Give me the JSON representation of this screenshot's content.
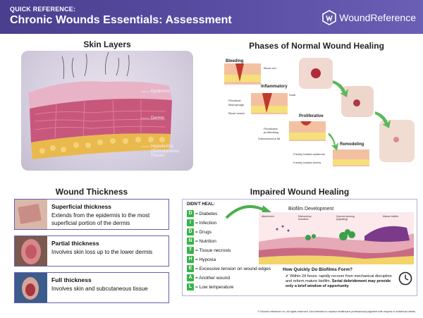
{
  "header": {
    "kicker": "QUICK REFERENCE:",
    "title": "Chronic Wounds Essentials: Assessment",
    "brand": "WoundReference",
    "brand_icon": "wr-logo-icon",
    "accent_color": "#5b4fa6"
  },
  "skin_layers": {
    "title": "Skin Layers",
    "labels": [
      "Epidermis",
      "Dermis",
      "Hypodermis",
      "(Subcutaneous Tissue)"
    ]
  },
  "phases": {
    "title": "Phases of Normal Wound Healing",
    "stages": [
      "Bleeding",
      "Inflammatory",
      "Proliferative",
      "Remodeling"
    ],
    "annotations": [
      "Blood clot",
      "Scab",
      "Fibroblast",
      "Macrophage",
      "Blood vessel",
      "Fibroblasts proliferating",
      "Subcutaneous fat",
      "Freshly healed epidermis",
      "Freshly healed dermis"
    ]
  },
  "thickness": {
    "title": "Wound Thickness",
    "items": [
      {
        "title": "Superficial thickness",
        "desc": "Extends from the epidermis to the most superficial portion of the dermis"
      },
      {
        "title": "Partial thickness",
        "desc": "Involves skin loss up to the lower dermis"
      },
      {
        "title": "Full thickness",
        "desc": "Involves skin and subcutaneous tissue"
      }
    ]
  },
  "impaired": {
    "title": "Impaired Wound Healing",
    "didnt_heal": "DIDN'T HEAL:",
    "items": [
      {
        "letter": "D",
        "text": "= Diabetes"
      },
      {
        "letter": "I",
        "text": "= Infection"
      },
      {
        "letter": "D",
        "text": "= Drugs"
      },
      {
        "letter": "N",
        "text": "= Nutrition"
      },
      {
        "letter": "T",
        "text": "= Tissue necrosis"
      },
      {
        "letter": "H",
        "text": "= Hypoxia"
      },
      {
        "letter": "E",
        "text": "= Excessive tension on wound edges"
      },
      {
        "letter": "A",
        "text": "= Another wound"
      },
      {
        "letter": "L",
        "text": "= Low temperature"
      }
    ],
    "biofilm_title": "Biofilm Development",
    "biofilm_labels": [
      "Attachment",
      "Microcolony formation",
      "Quorum sensing (signaling)",
      "Mature biofilm"
    ],
    "question": "How Quickly Do Biofilms Form?",
    "answer_text": "Within 24 hours: rapidly recover from mechanical disruption and reform mature biofilm.",
    "answer_bold": "Serial debridement may provide only a brief window of opportunity",
    "clock_icon": "clock-icon"
  },
  "footer": "© Wound reference Inc. All rights reserved. Not intended to replace healthcare professional judgment with respect to individual needs."
}
